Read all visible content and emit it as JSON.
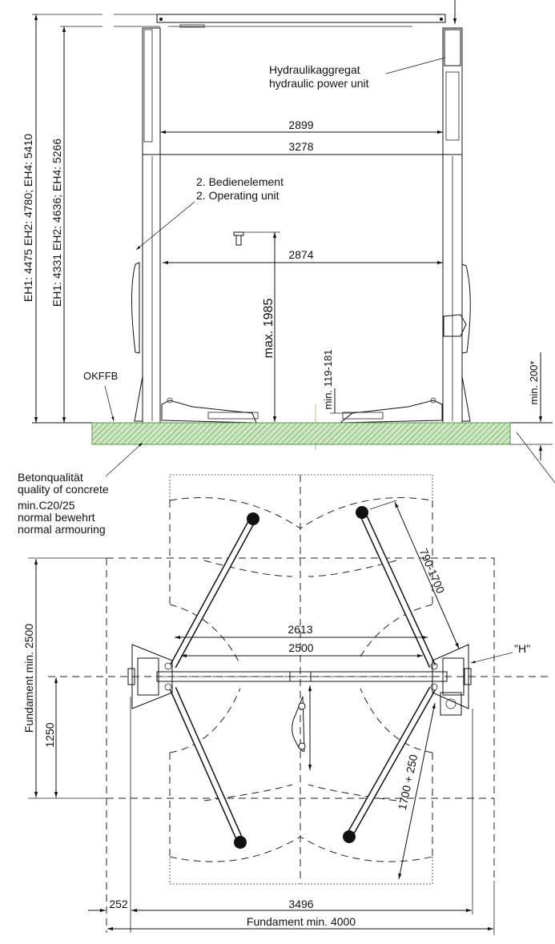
{
  "front_view": {
    "height_overall": "EH1: 4475 EH2: 4780; EH4: 5410",
    "height_clear": "EH1: 4331 EH2: 4636; EH4: 5266",
    "width_inner": "2899",
    "width_outer": "3278",
    "width_columns": "2874",
    "max_lift": "max. 1985",
    "min_pickup": "min. 119-181",
    "min_foundation_depth": "min. 200*",
    "floor_label": "OKFFB",
    "power_unit_de": "Hydraulikaggregat",
    "power_unit_en": "hydraulic power unit",
    "operating_unit_de": "2. Bedienelement",
    "operating_unit_en": "2. Operating unit",
    "concrete_lines": [
      "Betonqualität",
      "quality of concrete",
      "min.C20/25",
      "normal bewehrt",
      "normal armouring"
    ],
    "concrete_color": "#cfe6c2",
    "hatch_color": "#4f9a45"
  },
  "top_view": {
    "arm_span_outer": "2613",
    "arm_span_inner": "2500",
    "arm_reach_short": "790-1700",
    "arm_reach_long": "1700 + 250",
    "h_marker": "\"H\"",
    "foundation_depth": "Fundament min. 2500",
    "half_depth": "1250",
    "offset": "252",
    "post_spacing": "3496",
    "foundation_width": "Fundament min. 4000"
  }
}
